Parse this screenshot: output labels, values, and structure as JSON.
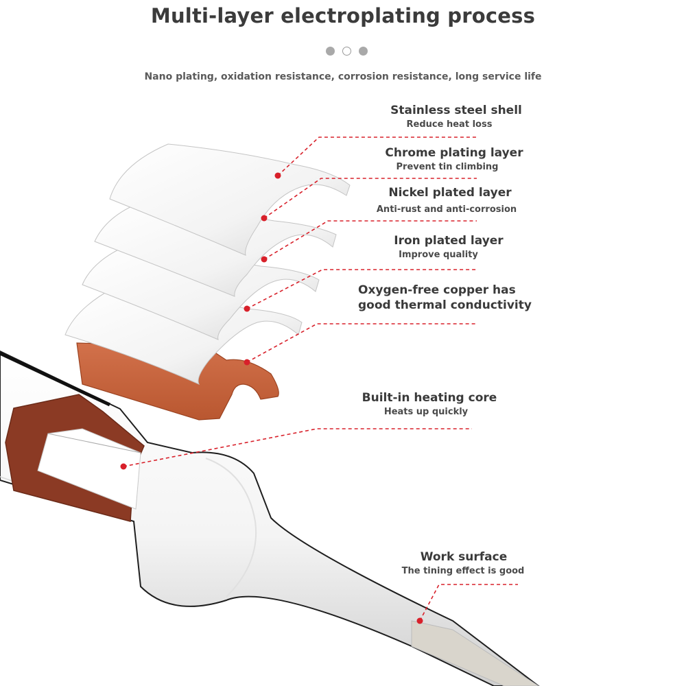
{
  "header": {
    "title": "Multi-layer electroplating process",
    "subtitle": "Nano plating, oxidation resistance, corrosion resistance, long service life"
  },
  "carousel": {
    "dot_count": 3,
    "active_index": 1
  },
  "colors": {
    "accent_red": "#d8202a",
    "copper": "#c8633e",
    "heating_core": "#8b3a24",
    "plate": "#f2f2f2",
    "tip": "#d9d5cc"
  },
  "labels": {
    "stainless": {
      "title": "Stainless steel shell",
      "desc": "Reduce heat loss"
    },
    "chrome": {
      "title": "Chrome plating layer",
      "desc": "Prevent tin climbing"
    },
    "nickel": {
      "title": "Nickel plated layer",
      "desc": "Anti-rust and anti-corrosion"
    },
    "iron": {
      "title": "Iron plated layer",
      "desc": "Improve quality"
    },
    "copper": {
      "title_line1": "Oxygen-free copper has",
      "title_line2": "good thermal conductivity"
    },
    "heating": {
      "title": "Built-in heating core",
      "desc": "Heats up quickly"
    },
    "work": {
      "title": "Work surface",
      "desc": "The tining effect is good"
    }
  }
}
